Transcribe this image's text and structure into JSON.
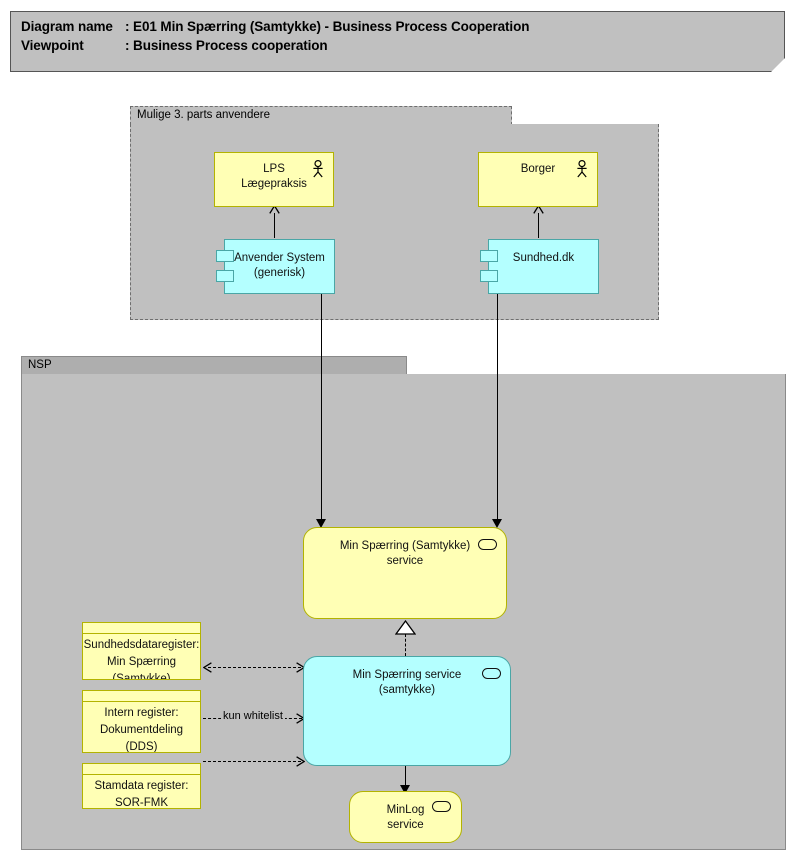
{
  "header": {
    "line1_label": "Diagram name",
    "line1_value": ": E01 Min Spærring (Samtykke) - Business Process Cooperation",
    "line2_label": "Viewpoint",
    "line2_value": ": Business Process cooperation"
  },
  "colors": {
    "canvas": "#ffffff",
    "group_gray": "#c0c0c0",
    "group_tab_dark": "#aeaeae",
    "business_yellow": "#ffffb5",
    "business_yellow_border": "#b3b300",
    "application_cyan": "#b4ffff",
    "application_cyan_border": "#4aa6a6",
    "line": "#000000"
  },
  "groups": [
    {
      "id": "third-party",
      "label": "Mulige 3. parts anvendere",
      "border_style": "dashed"
    },
    {
      "id": "nsp",
      "label": "NSP",
      "border_style": "solid"
    }
  ],
  "nodes": {
    "lps": {
      "label": "LPS\nLægepraksis",
      "type": "business-actor",
      "icon": "actor-icon"
    },
    "borger": {
      "label": "Borger",
      "type": "business-actor",
      "icon": "actor-icon"
    },
    "anvender_system": {
      "label": "Anvender System\n(generisk)",
      "type": "application-component",
      "icon": "component-icon"
    },
    "sundhed_dk": {
      "label": "Sundhed.dk",
      "type": "application-component",
      "icon": "component-icon"
    },
    "min_spaerring_samtykke_service": {
      "label": "Min Spærring (Samtykke)\nservice",
      "type": "business-service",
      "icon": "service-icon"
    },
    "min_spaerring_service": {
      "label": "Min Spærring service\n(samtykke)",
      "type": "application-service",
      "icon": "service-icon"
    },
    "minlog_service": {
      "label": "MinLog\nservice",
      "type": "business-service",
      "icon": "service-icon"
    },
    "sundhedsdataregister": {
      "label": "Sundhedsdataregister: Min Spærring (Samtykke)",
      "type": "data-object"
    },
    "intern_register": {
      "label": "Intern register:\nDokumentdeling\n(DDS)",
      "type": "data-object"
    },
    "stamdata_register": {
      "label": "Stamdata register:\nSOR-FMK",
      "type": "data-object"
    }
  },
  "connections": {
    "whitelist_label": "kun whitelist"
  }
}
